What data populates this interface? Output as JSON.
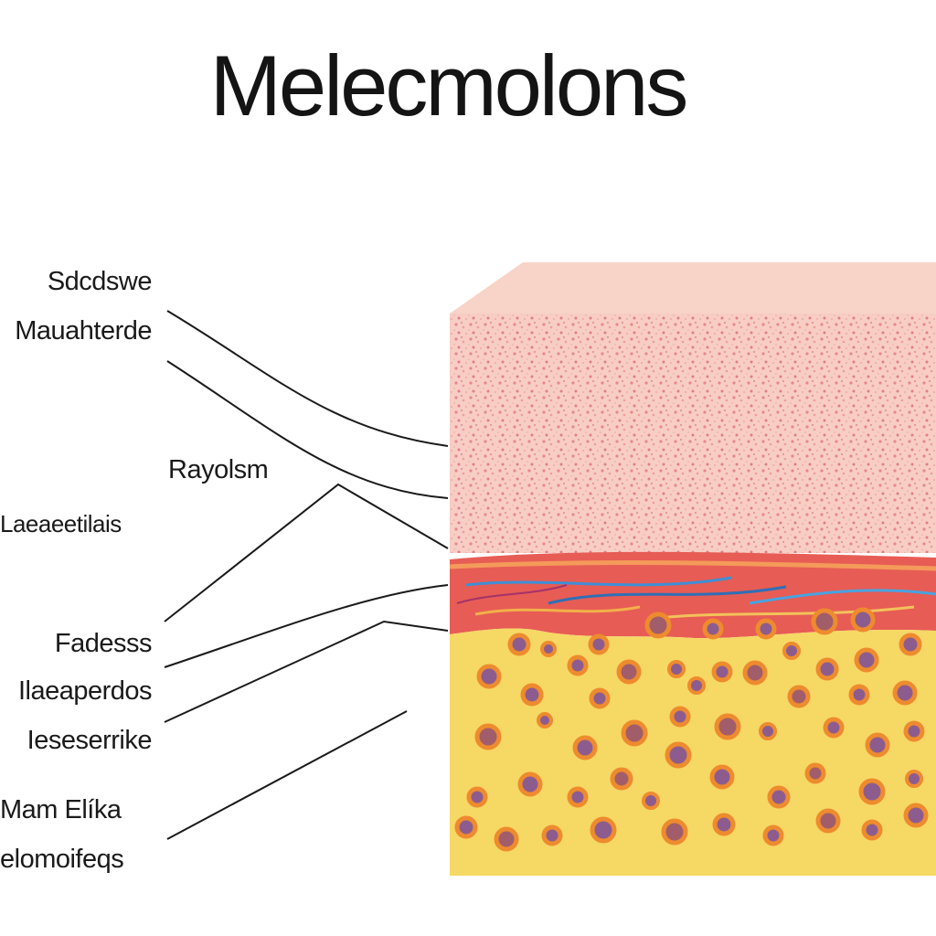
{
  "diagram": {
    "title": "Melecmolons",
    "labels": [
      "Sdcdswe",
      "Mauahterde",
      "Rayolsm",
      "Laeaeetilais",
      "Fadesss",
      "Ilaeaperdos",
      "Ieseserrike",
      "Mam Elíka",
      "elomoifeqs"
    ]
  },
  "colors": {
    "skin_top": "#f8d3c8",
    "skin_face": "#f4c1b8",
    "speckle": "#e98f8c",
    "fat": "#f6d865",
    "fat_edge": "#f1c94a",
    "cell_ring": "#ee8b2e",
    "cell_core": "#8a5a8c",
    "line": "#1a1a1a"
  }
}
